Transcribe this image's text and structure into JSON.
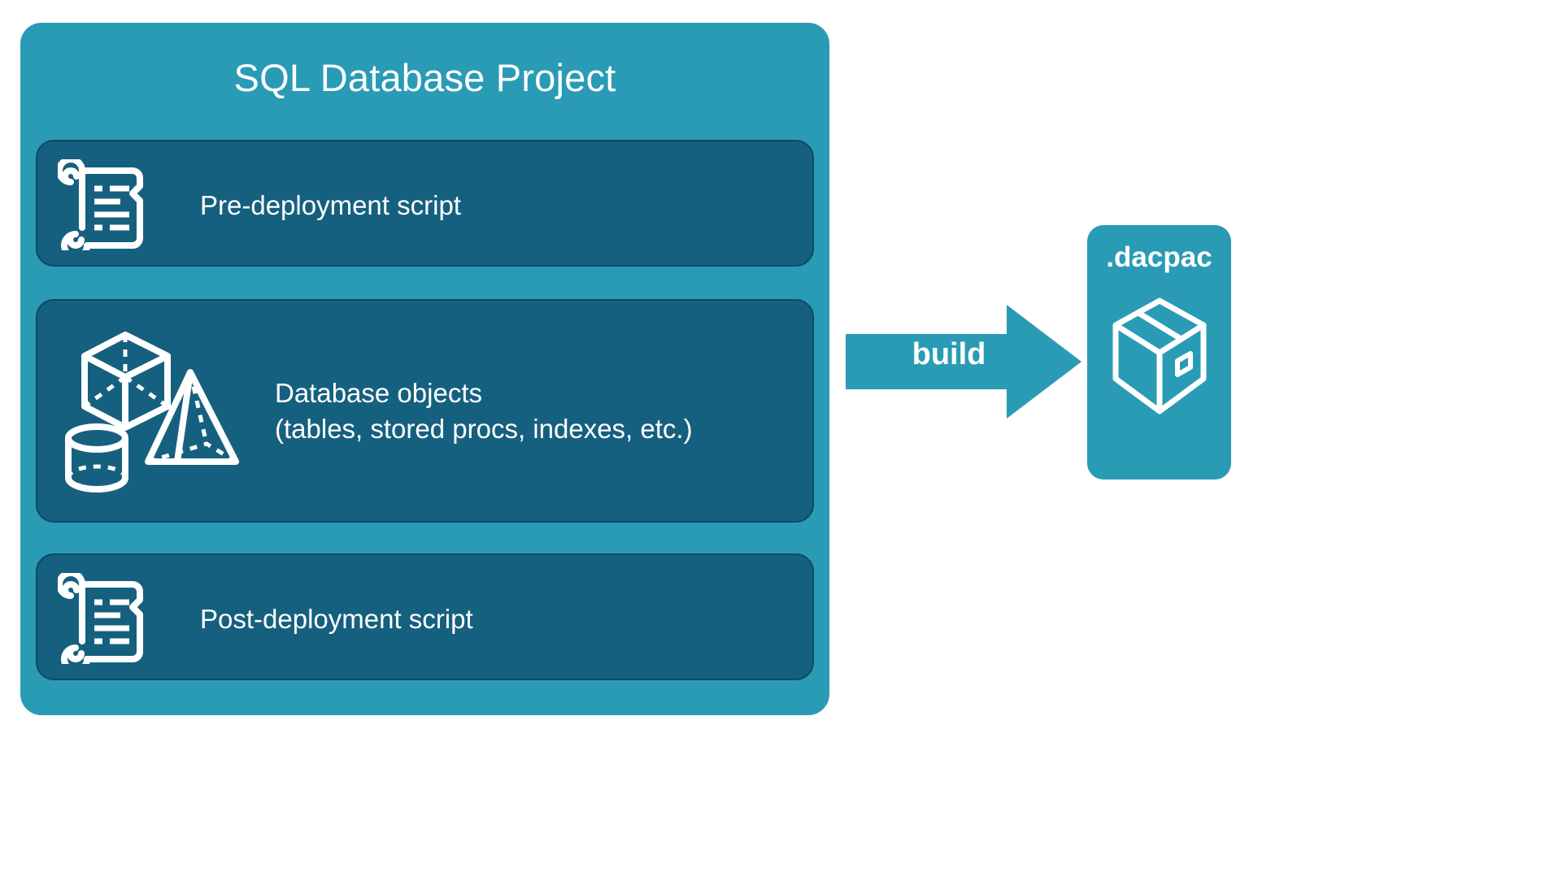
{
  "diagram": {
    "title": "SQL Database Project",
    "background_color": "#FFFFFF",
    "container": {
      "label": "SQL Database Project",
      "fill_color": "#2A9BB5",
      "text_color": "#FFFFFF"
    },
    "cards": [
      {
        "id": "pre-deployment",
        "label": "Pre-deployment script",
        "icon": "scroll-icon",
        "fill_color": "#16607F",
        "border_color": "#0E4A63",
        "text_color": "#FFFFFF"
      },
      {
        "id": "database-objects",
        "label_line_1": "Database objects",
        "label_line_2": "(tables, stored procs, indexes, etc.)",
        "icons": [
          "cube-icon",
          "pyramid-icon",
          "cylinder-icon"
        ],
        "fill_color": "#16607F",
        "border_color": "#0E4A63",
        "text_color": "#FFFFFF"
      },
      {
        "id": "post-deployment",
        "label": "Post-deployment script",
        "icon": "scroll-icon",
        "fill_color": "#16607F",
        "border_color": "#0E4A63",
        "text_color": "#FFFFFF"
      }
    ],
    "arrow": {
      "label": "build",
      "fill_color": "#2A9BB5",
      "text_color": "#FFFFFF",
      "direction": "right"
    },
    "output": {
      "label": ".dacpac",
      "icon": "package-box-icon",
      "fill_color": "#2A9BB5",
      "text_color": "#FFFFFF"
    }
  }
}
